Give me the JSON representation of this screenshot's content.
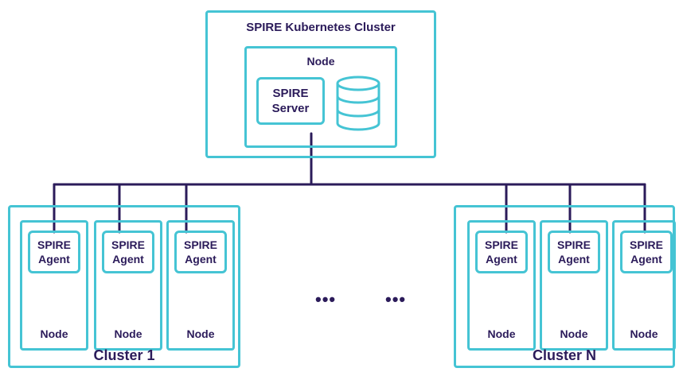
{
  "top_cluster": {
    "title": "SPIRE Kubernetes Cluster"
  },
  "server_node": {
    "label": "Node",
    "server_line1": "SPIRE",
    "server_line2": "Server"
  },
  "cluster_1": {
    "label": "Cluster 1",
    "nodes": [
      {
        "agent_line1": "SPIRE",
        "agent_line2": "Agent",
        "node_label": "Node"
      },
      {
        "agent_line1": "SPIRE",
        "agent_line2": "Agent",
        "node_label": "Node"
      },
      {
        "agent_line1": "SPIRE",
        "agent_line2": "Agent",
        "node_label": "Node"
      }
    ]
  },
  "cluster_n": {
    "label": "Cluster N",
    "nodes": [
      {
        "agent_line1": "SPIRE",
        "agent_line2": "Agent",
        "node_label": "Node"
      },
      {
        "agent_line1": "SPIRE",
        "agent_line2": "Agent",
        "node_label": "Node"
      },
      {
        "agent_line1": "SPIRE",
        "agent_line2": "Agent",
        "node_label": "Node"
      }
    ]
  },
  "ellipsis": [
    "•••",
    "•••"
  ],
  "colors": {
    "box": "#45c4d4",
    "line": "#2b1b5a",
    "text": "#2b1b5a"
  },
  "icons": [
    "database-icon"
  ]
}
